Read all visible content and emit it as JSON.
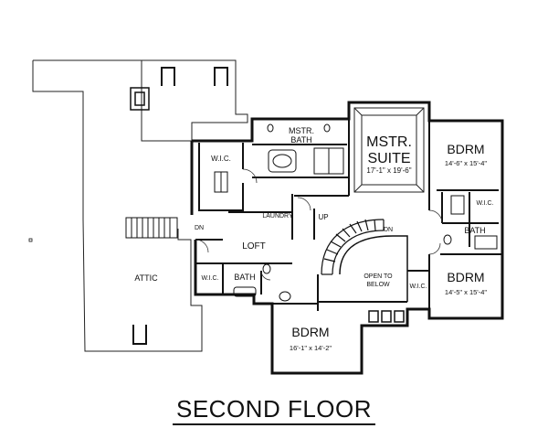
{
  "title": "SECOND FLOOR",
  "rooms": {
    "mstr_bath_line1": "MSTR.",
    "mstr_bath_line2": "BATH",
    "mstr_suite_line1": "MSTR.",
    "mstr_suite_line2": "SUITE",
    "mstr_suite_dim": "17'-1\" x 19'-6\"",
    "wic_master": "W.I.C.",
    "bdrm_ne": "BDRM",
    "bdrm_ne_dim": "14'-6\" x 15'-4\"",
    "wic_ne": "W.I.C.",
    "bath_east": "BATH",
    "bdrm_se": "BDRM",
    "bdrm_se_dim": "14'-5\" x 15'-4\"",
    "wic_se": "W.I.C.",
    "open_line1": "OPEN TO",
    "open_line2": "BELOW",
    "bdrm_s": "BDRM",
    "bdrm_s_dim": "16'-1\" x 14'-2\"",
    "loft": "LOFT",
    "laundry": "LAUNDRY",
    "up": "UP",
    "dn_stair": "DN",
    "dn_main": "DN",
    "wic_loft": "W.I.C.",
    "bath_loft": "BATH",
    "attic": "ATTIC"
  }
}
